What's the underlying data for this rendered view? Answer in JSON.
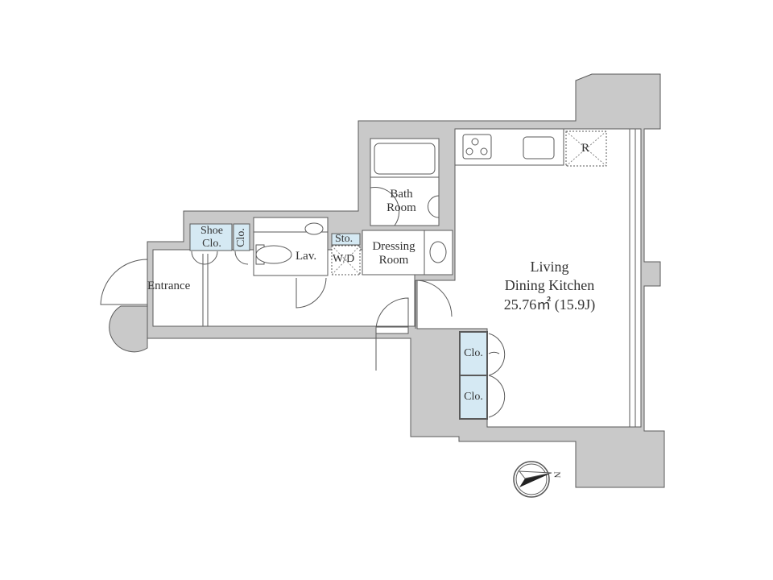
{
  "rooms": {
    "entrance": "Entrance",
    "shoe_closet": [
      "Shoe",
      "Clo."
    ],
    "closet_small": "Clo.",
    "lavatory": "Lav.",
    "storage": "Sto.",
    "washer_dryer": "W/D",
    "bath": [
      "Bath",
      "Room"
    ],
    "dressing": [
      "Dressing",
      "Room"
    ],
    "ldk": [
      "Living",
      "Dining Kitchen",
      "25.76㎡ (15.9J)"
    ],
    "refrigerator": "R",
    "closets": [
      "Clo.",
      "Clo."
    ]
  },
  "compass": {
    "label": "N"
  },
  "colors": {
    "wall": "#c9c9c9",
    "outline": "#5a5a5a",
    "closet": "#d5e9f3"
  }
}
